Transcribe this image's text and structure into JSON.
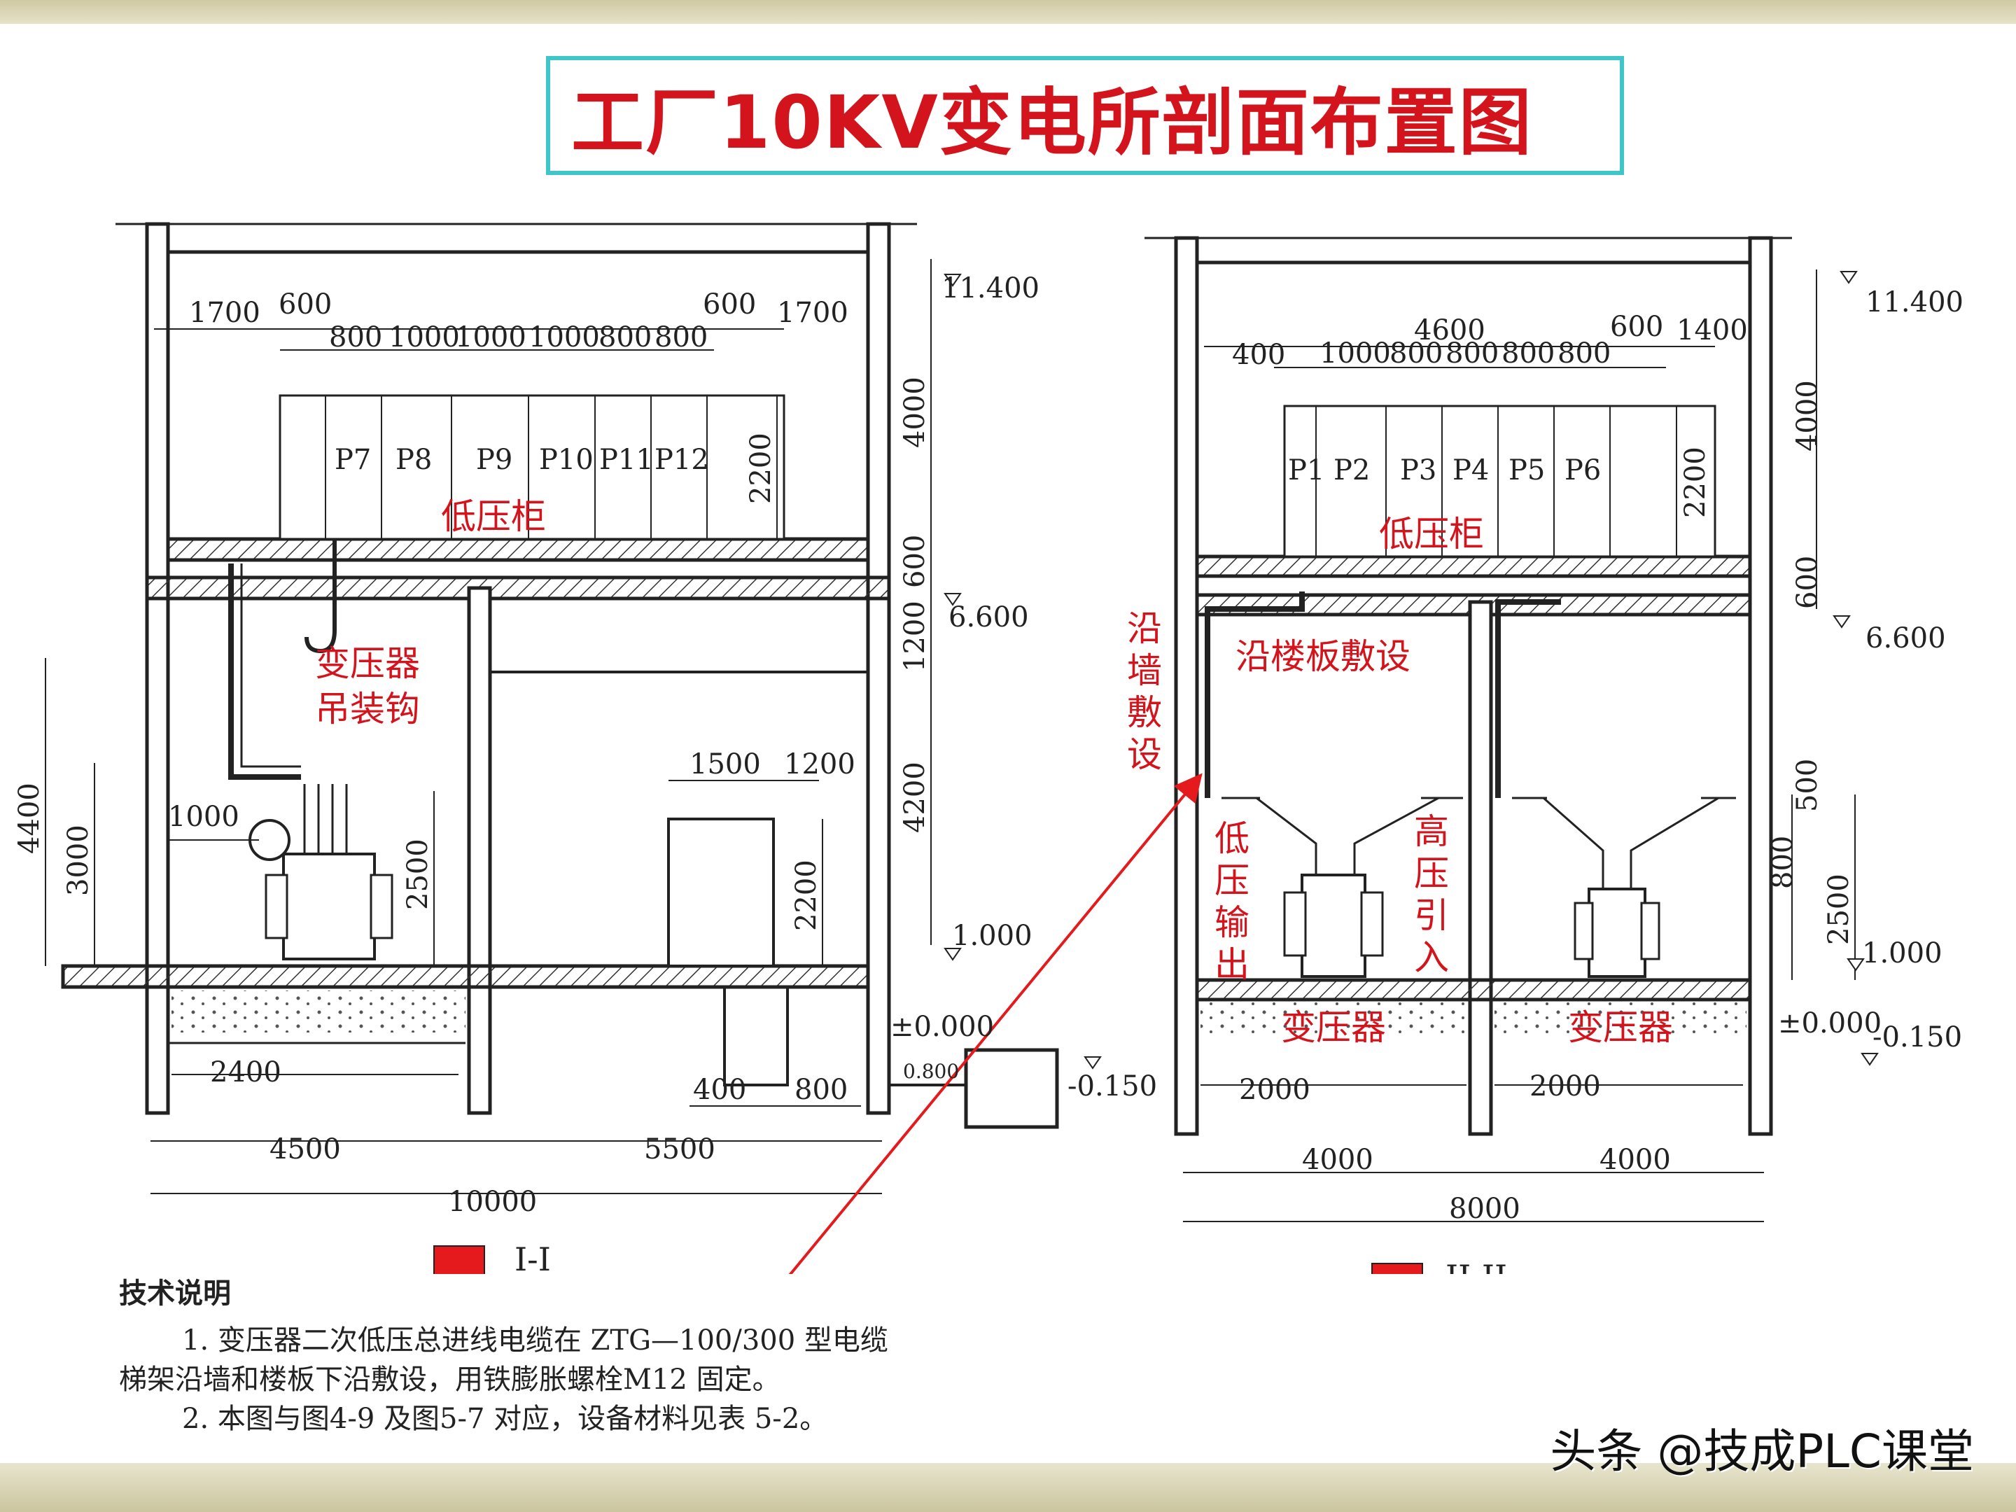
{
  "title": "工厂10KV变电所剖面布置图",
  "left_section": {
    "section_label": "I-I",
    "top_dims": [
      "1700",
      "600",
      "600",
      "1700"
    ],
    "cab_dims": [
      "800",
      "1000",
      "1000",
      "1000",
      "800",
      "800"
    ],
    "panels": [
      "P7",
      "P8",
      "P9",
      "P10",
      "P11",
      "P12"
    ],
    "vertical_dims": [
      "4000",
      "600",
      "1200",
      "4200",
      "2200",
      "2500",
      "3000",
      "4400",
      "2200"
    ],
    "levels": [
      "11.400",
      "6.600",
      "1.000",
      "±0.000",
      "-0.150",
      "0.800"
    ],
    "other_dims": [
      "1000",
      "1500",
      "1200",
      "2400",
      "400",
      "800"
    ],
    "bottom_dims": [
      "4500",
      "5500",
      "10000"
    ],
    "labels": {
      "lv_cabinet": "低压柜",
      "hoist_1": "变压器",
      "hoist_2": "吊装钩"
    }
  },
  "right_section": {
    "section_label": "II-II",
    "top_dims": [
      "4600",
      "600",
      "1400",
      "400"
    ],
    "cab_dims": [
      "1000",
      "800",
      "800",
      "800",
      "800"
    ],
    "panels": [
      "P1",
      "P2",
      "P3",
      "P4",
      "P5",
      "P6"
    ],
    "vertical_dims": [
      "4000",
      "2200",
      "600",
      "500",
      "800",
      "2500"
    ],
    "levels": [
      "11.400",
      "6.600",
      "1.000",
      "±0.000",
      "-0.150"
    ],
    "other_dims": [
      "2000",
      "2000"
    ],
    "bottom_dims": [
      "4000",
      "4000",
      "8000"
    ],
    "labels": {
      "lv_cabinet": "低压柜",
      "along_slab": "沿楼板敷设",
      "along_wall": [
        "沿",
        "墙",
        "敷",
        "设"
      ],
      "lv_out": [
        "低",
        "压",
        "输",
        "出"
      ],
      "hv_in": [
        "高",
        "压",
        "引",
        "入"
      ],
      "transformer": "变压器"
    }
  },
  "notes": {
    "title": "技术说明",
    "lines": [
      "1. 变压器二次低压总进线电缆在 ZTG—100/300 型电缆",
      "梯架沿墙和楼板下沿敷设，用铁膨胀螺栓M12 固定。",
      "2. 本图与图4-9 及图5-7 对应，设备材料见表 5-2。"
    ]
  },
  "watermark": "头条 @技成PLC课堂",
  "colors": {
    "title_red": "#d4141c",
    "frame_cyan": "#3fc6c8",
    "line": "#222222",
    "marker": "#e41a1c"
  }
}
